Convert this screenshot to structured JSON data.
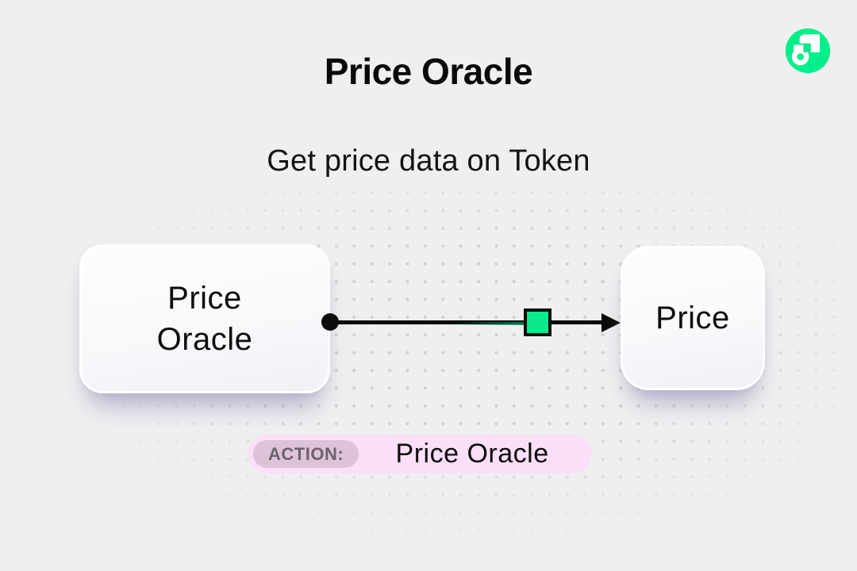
{
  "header": {
    "title": "Price Oracle",
    "subtitle": "Get price data on Token"
  },
  "logo": {
    "name": "Flow",
    "color": "#00ef8b"
  },
  "diagram": {
    "source_node": {
      "label": "Price Oracle",
      "line1": "Price",
      "line2": "Oracle"
    },
    "target_node": {
      "label": "Price"
    },
    "edge": {
      "type": "arrow",
      "marker": "green-square",
      "marker_color": "#0ce98c"
    }
  },
  "action_badge": {
    "label": "ACTION:",
    "value": "Price Oracle"
  },
  "colors": {
    "background": "#f0eff0",
    "dot_grid": "#d2d0d3",
    "accent_green": "#00ef8b",
    "badge_pink": "#fbdef8",
    "badge_label_bg": "#dcc3d8",
    "badge_label_text": "#6d6170",
    "text": "#0d0d0d"
  }
}
